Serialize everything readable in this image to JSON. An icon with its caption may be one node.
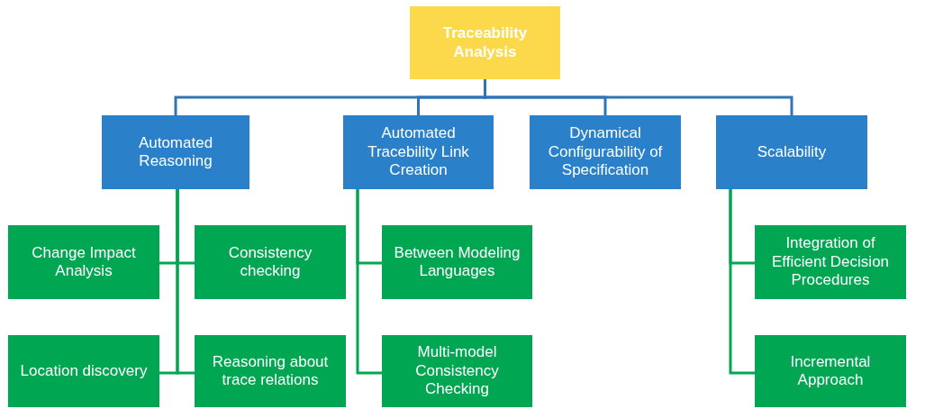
{
  "diagram": {
    "nodes": [
      {
        "text": [
          "Traceability Analysis"
        ]
      },
      {
        "text": [
          "Automated Reasoning"
        ]
      },
      {
        "text": [
          "Automated Tracebility Link Creation"
        ]
      },
      {
        "text": [
          "Dynamical Configurability of Specification"
        ]
      },
      {
        "text": [
          "Scalability"
        ]
      },
      {
        "text": [
          "Change Impact Analysis"
        ]
      },
      {
        "text": [
          "Consistency checking"
        ]
      },
      {
        "text": [
          "Location discovery"
        ]
      },
      {
        "text": [
          "Reasoning about trace relations"
        ]
      },
      {
        "text": [
          "Between Modeling Languages"
        ]
      },
      {
        "text": [
          "Multi-model Consistency Checking"
        ]
      },
      {
        "text": [
          "Integration of Efficient Decision Procedures"
        ]
      },
      {
        "text": [
          "Incremental Approach"
        ]
      }
    ],
    "edges": [
      {
        "from": 0,
        "to": 1,
        "arrow": "none",
        "color": "#2e75b6"
      },
      {
        "from": 0,
        "to": 2,
        "arrow": "none",
        "color": "#2e75b6"
      },
      {
        "from": 0,
        "to": 3,
        "arrow": "none",
        "color": "#2e75b6"
      },
      {
        "from": 0,
        "to": 4,
        "arrow": "none",
        "color": "#2e75b6"
      },
      {
        "from": 1,
        "to": 5,
        "arrow": "none"
      },
      {
        "from": 1,
        "to": 6,
        "arrow": "none"
      },
      {
        "from": 1,
        "to": 7,
        "arrow": "none"
      },
      {
        "from": 1,
        "to": 8,
        "arrow": "none"
      },
      {
        "from": 2,
        "to": 9,
        "arrow": "none"
      },
      {
        "from": 2,
        "to": 10,
        "arrow": "none"
      },
      {
        "from": 4,
        "to": 11,
        "arrow": "none"
      },
      {
        "from": 4,
        "to": 12,
        "arrow": "none"
      }
    ]
  }
}
